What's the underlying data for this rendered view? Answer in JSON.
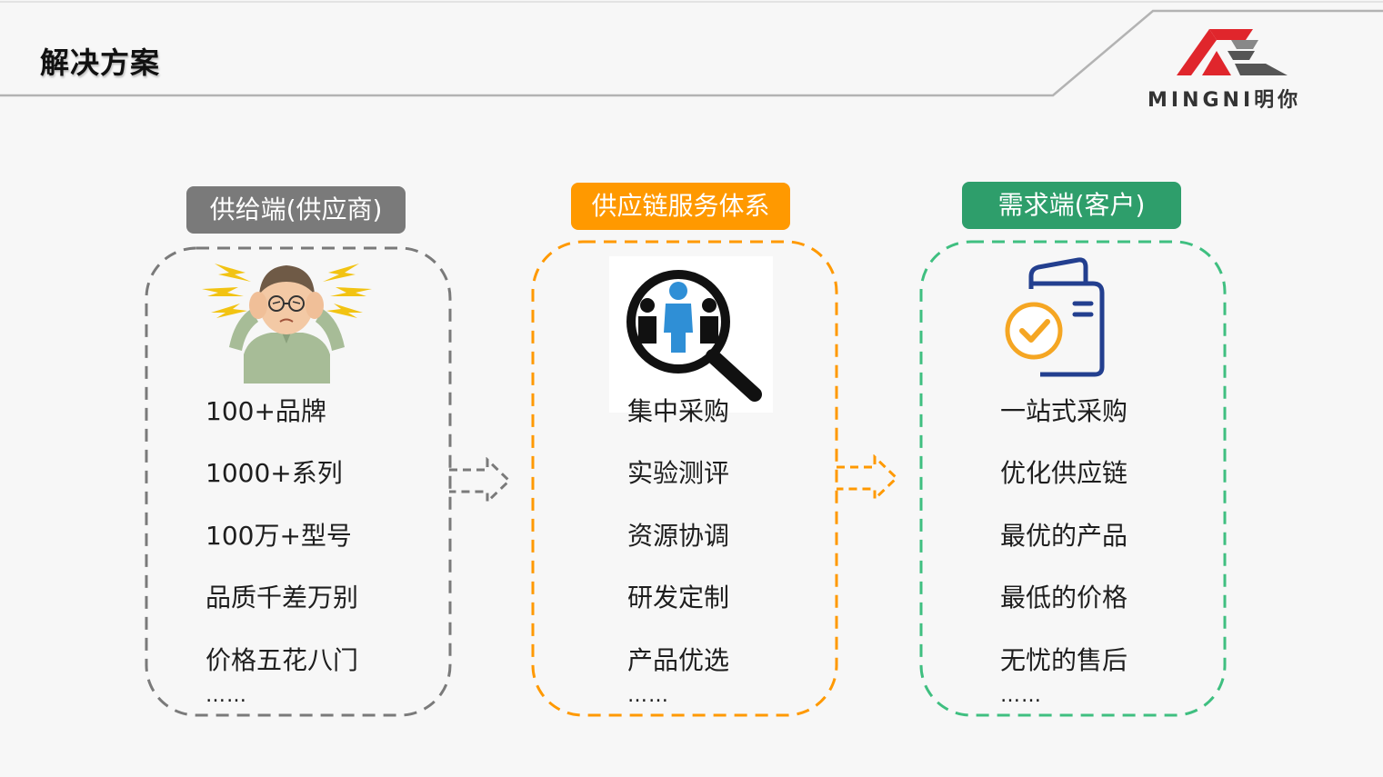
{
  "header": {
    "title": "解决方案",
    "logo_text": "MINGNI明你"
  },
  "colors": {
    "supply": "#7a7a7a",
    "service": "#ff9900",
    "demand": "#2e9e6b",
    "logo_red": "#e0262c",
    "logo_gray": "#555555"
  },
  "columns": [
    {
      "title": "供给端(供应商)",
      "icon": "stressed-man-icon",
      "items": [
        "100+品牌",
        "1000+系列",
        "100万+型号",
        "品质千差万别",
        "价格五花八门"
      ],
      "more": "……"
    },
    {
      "title": "供应链服务体系",
      "icon": "magnifier-people-icon",
      "items": [
        "集中采购",
        "实验测评",
        "资源协调",
        "研发定制",
        "产品优选"
      ],
      "more": "……"
    },
    {
      "title": "需求端(客户)",
      "icon": "document-check-icon",
      "items": [
        "一站式采购",
        "优化供应链",
        "最优的产品",
        "最低的价格",
        "无忧的售后"
      ],
      "more": "……"
    }
  ]
}
